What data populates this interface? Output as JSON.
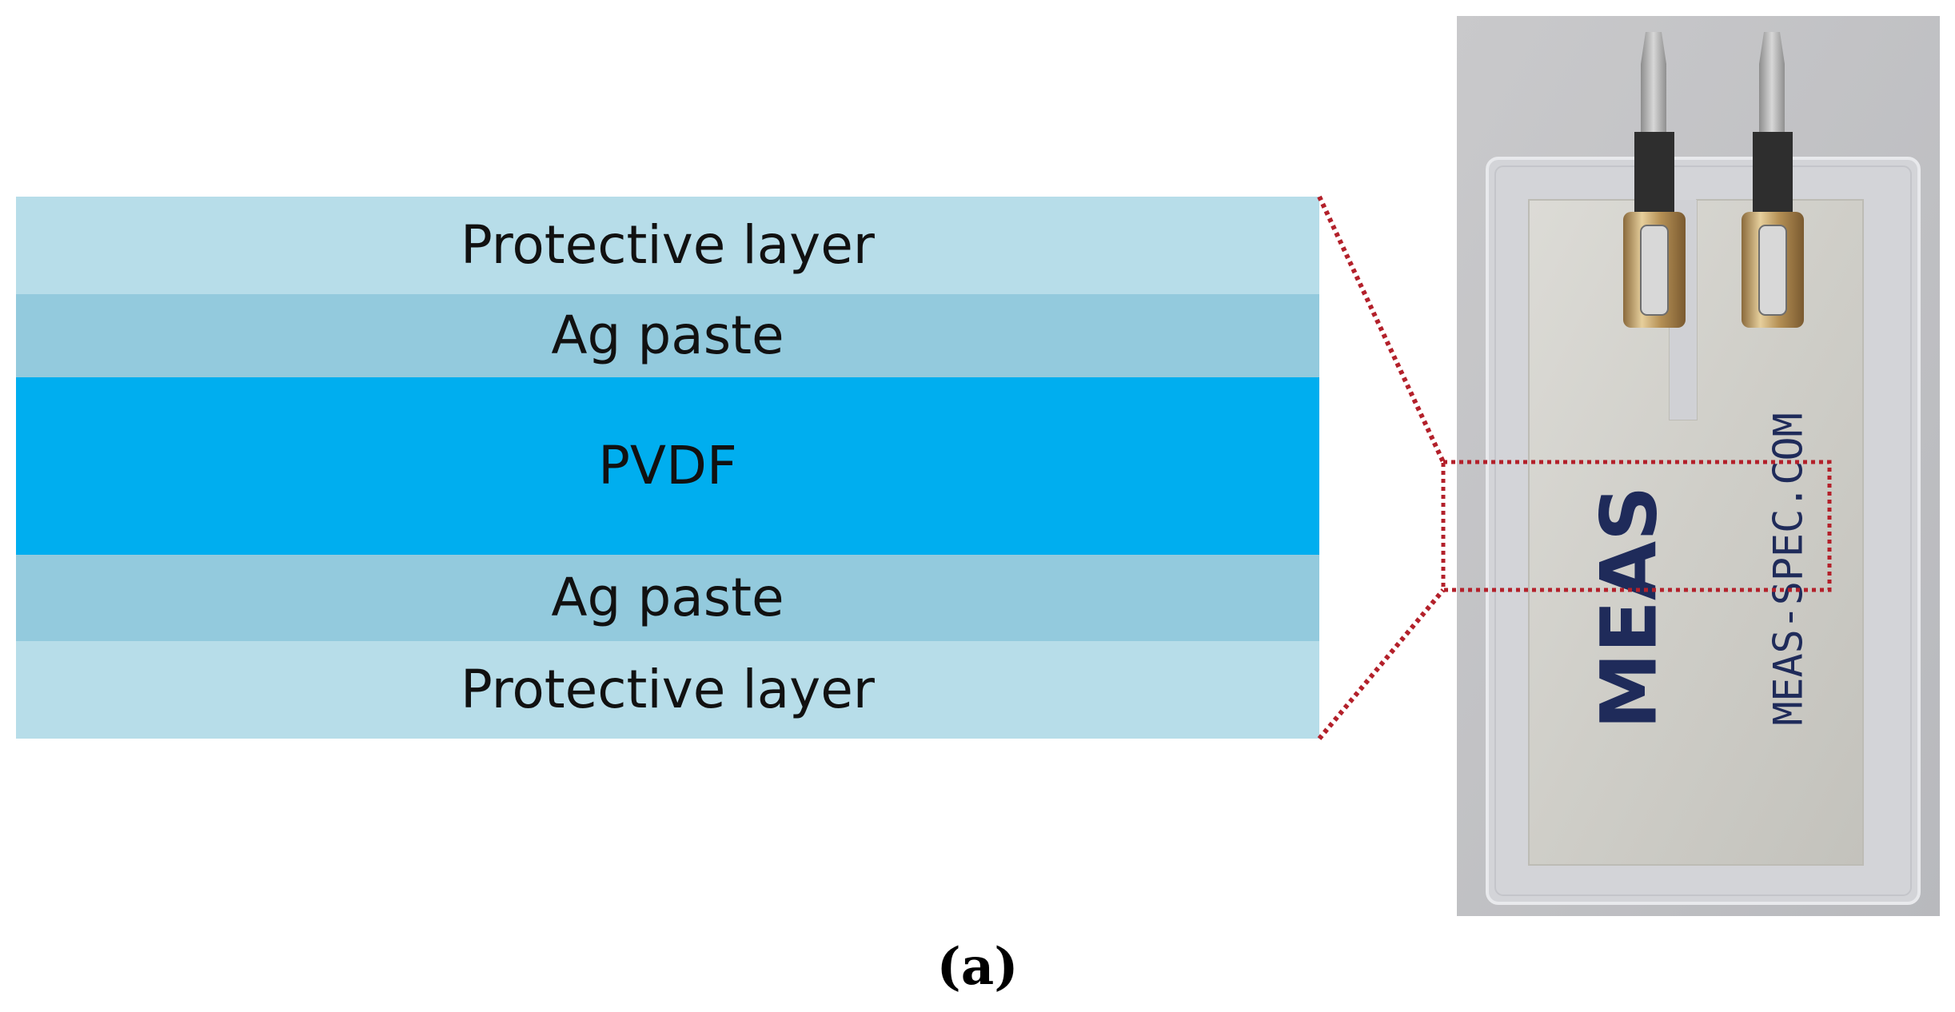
{
  "layers": [
    {
      "label": "Protective layer",
      "color": "#b7dde9"
    },
    {
      "label": "Ag paste",
      "color": "#93cadd"
    },
    {
      "label": "PVDF",
      "color": "#00aeef"
    },
    {
      "label": "Ag paste",
      "color": "#93cadd"
    },
    {
      "label": "Protective layer",
      "color": "#b7dde9"
    }
  ],
  "sensor_photo": {
    "brand_text": "MEAS",
    "url_text": "MEAS-SPEC.COM"
  },
  "highlight_color": "#b3202a",
  "sub_caption": "(a)"
}
